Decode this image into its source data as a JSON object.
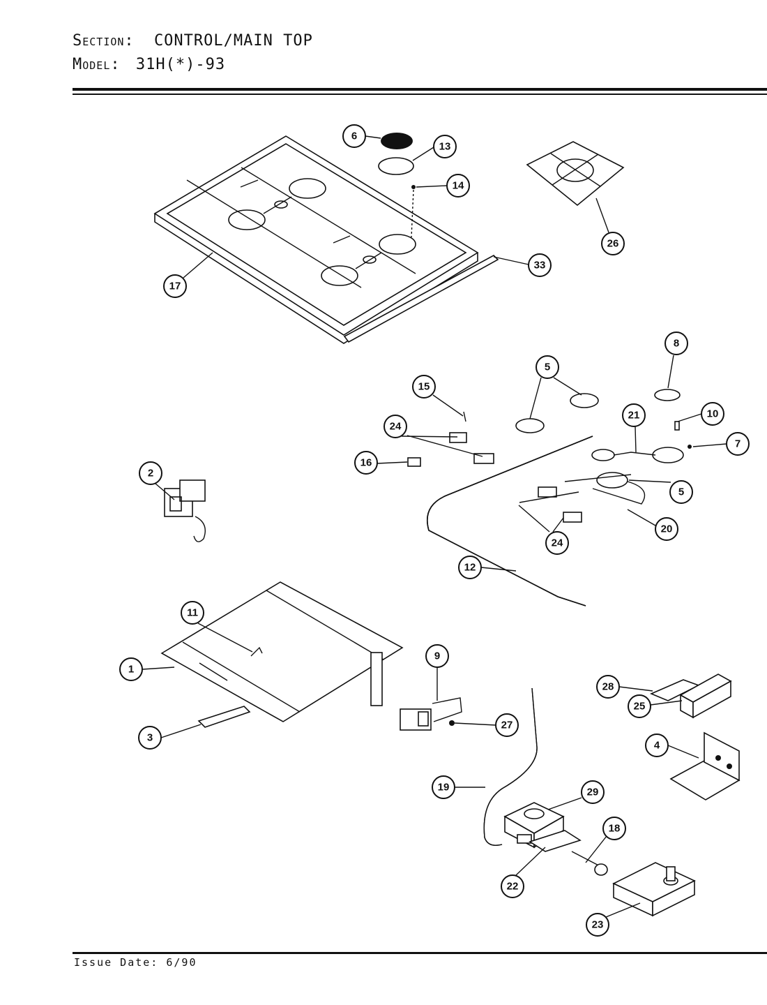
{
  "header": {
    "section_label": "Section:",
    "section_value": "CONTROL/MAIN TOP",
    "model_label": "Model:",
    "model_value": "31H(*)-93"
  },
  "footer": {
    "issue_date": "Issue Date: 6/90"
  },
  "callouts": [
    "6",
    "13",
    "14",
    "26",
    "33",
    "17",
    "8",
    "5",
    "15",
    "24",
    "16",
    "21",
    "10",
    "7",
    "5",
    "20",
    "2",
    "24",
    "12",
    "11",
    "9",
    "1",
    "27",
    "28",
    "25",
    "4",
    "3",
    "19",
    "29",
    "18",
    "22",
    "23"
  ]
}
